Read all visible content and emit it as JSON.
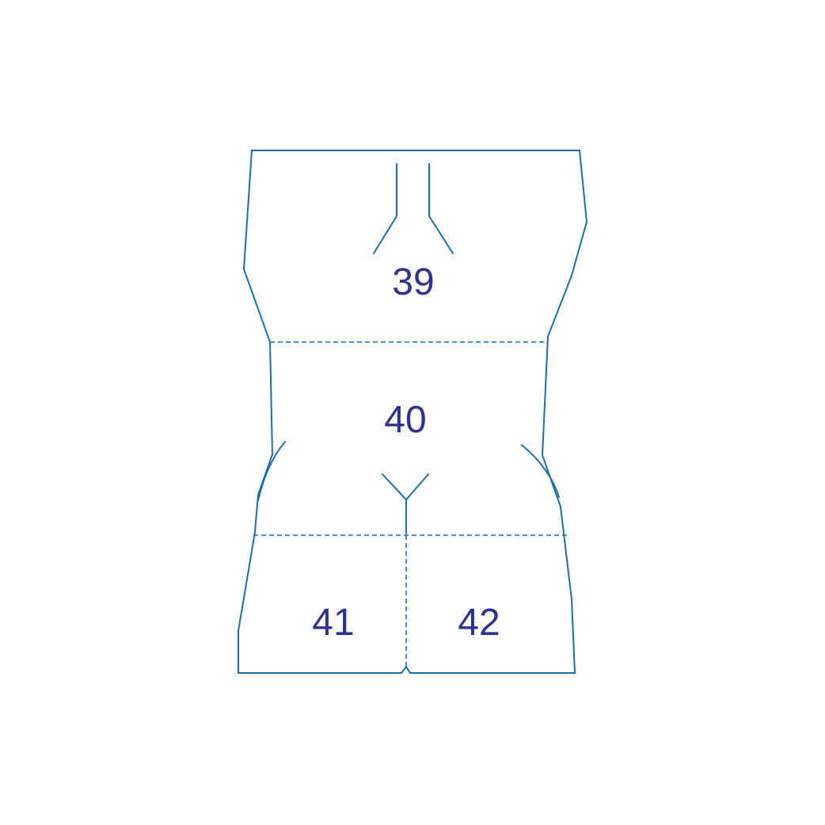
{
  "diagram": {
    "stroke_color": "#1a6fb0",
    "label_color": "#2e3192",
    "regions": [
      {
        "id": "upper-back",
        "label": "39"
      },
      {
        "id": "lower-back",
        "label": "40"
      },
      {
        "id": "left-buttock",
        "label": "41"
      },
      {
        "id": "right-buttock",
        "label": "42"
      }
    ]
  }
}
